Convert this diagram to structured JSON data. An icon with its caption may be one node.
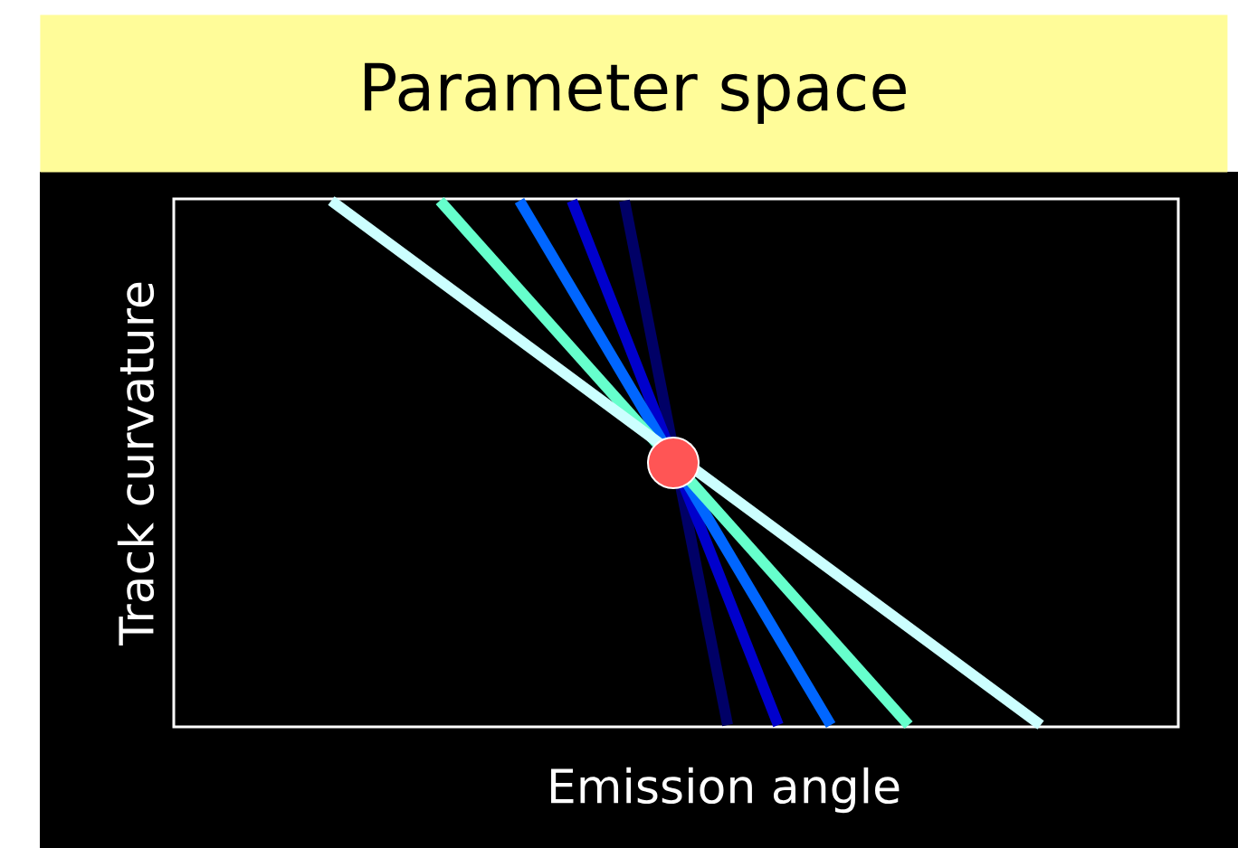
{
  "diagram": {
    "title": "Parameter space",
    "labels": [
      "Track curvature",
      "Emission angle"
    ]
  }
}
